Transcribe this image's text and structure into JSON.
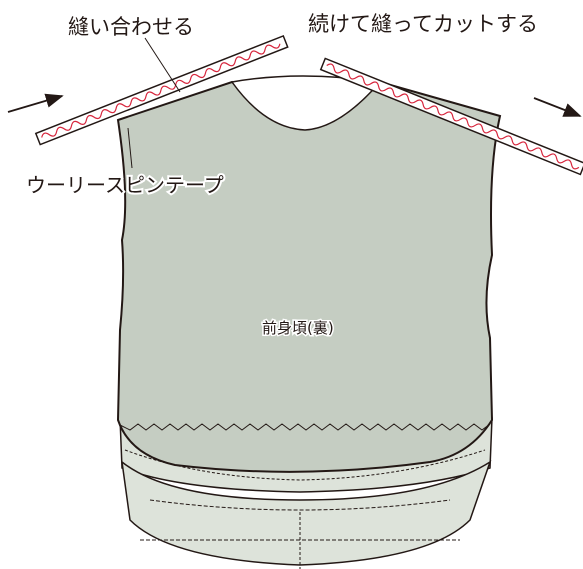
{
  "annotations": {
    "sew_together": "縫い合わせる",
    "continue_sew_cut": "続けて縫ってカットする",
    "woolly_spin_tape": "ウーリースピンテープ",
    "front_body_reverse": "前身頃(裏)"
  },
  "colors": {
    "fabric_main": "#c5cdc2",
    "fabric_lining": "#dde3da",
    "outline": "#231815",
    "tape_white": "#ffffff",
    "stitch_red": "#d7263d",
    "background": "#ffffff"
  },
  "icons": {
    "feed_direction_arrows": "arrow-right-icon"
  }
}
